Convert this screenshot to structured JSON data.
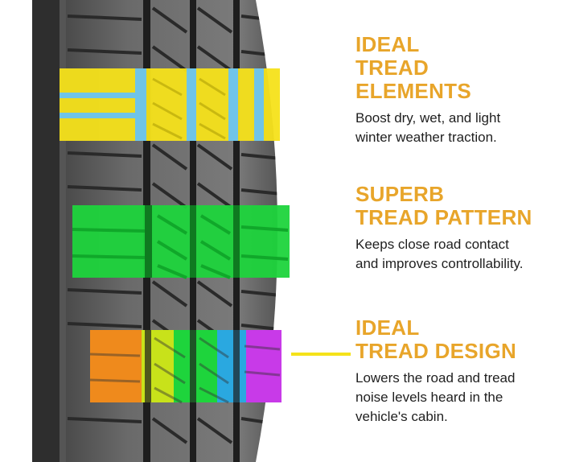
{
  "colors": {
    "heading": "#e8a52a",
    "highlight_yellow": "#f5e21a",
    "highlight_blue": "#6fc4e8",
    "highlight_green": "#1ed43c",
    "highlight_orange": "#ef8a1c",
    "highlight_lime": "#c8e21a",
    "highlight_cyan": "#2aa8e0",
    "highlight_magenta": "#c83ae8"
  },
  "callouts": [
    {
      "heading": "IDEAL\nTREAD\nELEMENTS",
      "description": "Boost dry, wet, and light\nwinter weather traction."
    },
    {
      "heading": "SUPERB\nTREAD PATTERN",
      "description": "Keeps close road contact\nand improves controllability."
    },
    {
      "heading": "IDEAL\nTREAD DESIGN",
      "description": "Lowers the road and tread\nnoise levels heard in the\nvehicle's cabin."
    }
  ]
}
